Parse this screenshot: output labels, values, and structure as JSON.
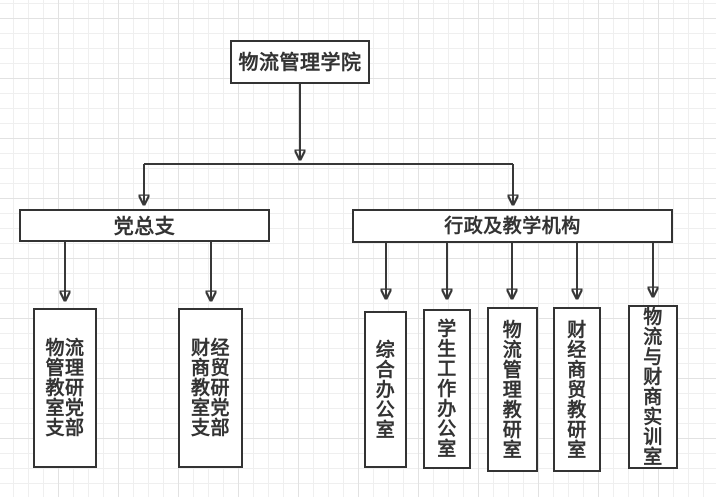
{
  "diagram": {
    "root": {
      "label": "物流管理学院"
    },
    "branches": [
      {
        "label": "党总支",
        "children": [
          {
            "label": "物流管理教研室党支部"
          },
          {
            "label": "财经商贸教研室党支部"
          }
        ]
      },
      {
        "label": "行政及教学机构",
        "children": [
          {
            "label": "综合办公室"
          },
          {
            "label": "学生工作办公室"
          },
          {
            "label": "物流管理教研室"
          },
          {
            "label": "财经商贸教研室"
          },
          {
            "label": "物流与财商实训室"
          }
        ]
      }
    ],
    "colors": {
      "stroke": "#383838",
      "box_border": "#333333",
      "box_fill": "#ffffff",
      "text": "#333333",
      "grid_minor": "#efefef",
      "grid_major": "#e2e2e2",
      "canvas_bg": "#ffffff"
    }
  }
}
